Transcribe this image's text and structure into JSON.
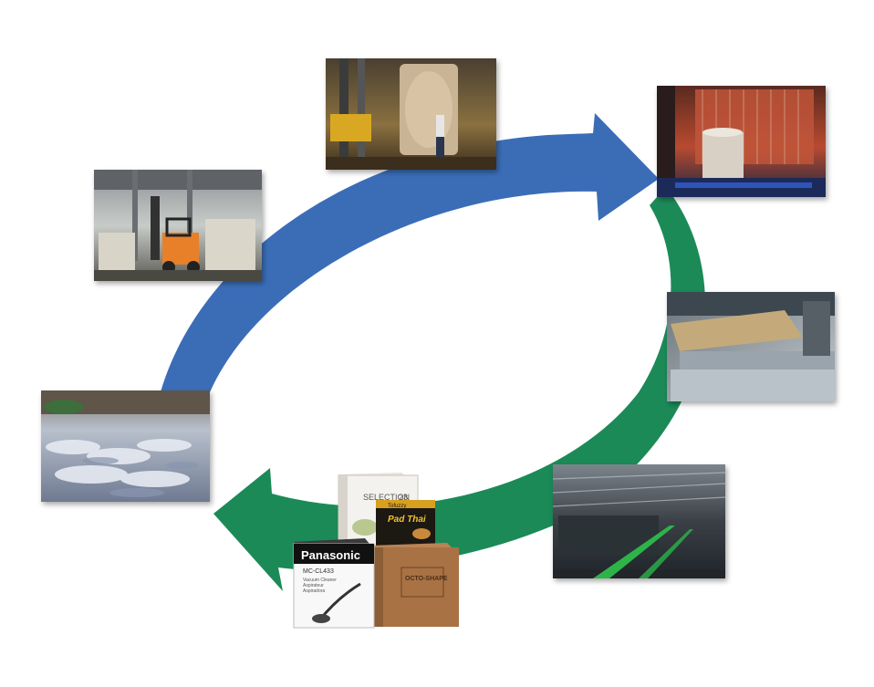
{
  "colors": {
    "blue_arrow": "#3b6db7",
    "green_arrow": "#1b8a57",
    "background": "#ffffff"
  },
  "stages": [
    {
      "name": "paper-mill-machinery-photo"
    },
    {
      "name": "paper-roll-warehouse-photo"
    },
    {
      "name": "corrugator-sheet-machine-photo"
    },
    {
      "name": "box-factory-floor-photo"
    },
    {
      "name": "finished-boxes-photo"
    },
    {
      "name": "shredded-waste-paper-photo"
    },
    {
      "name": "forklift-bales-photo"
    }
  ],
  "products": {
    "panasonic_brand": "Panasonic",
    "panasonic_model": "MC-CL433",
    "panasonic_desc_1": "Vacuum Cleaner",
    "panasonic_desc_2": "Aspirateur",
    "panasonic_desc_3": "Aspiradora",
    "selection_brand": "SELECTION",
    "selection_num": "23",
    "pad_thai_top": "Tofuzzy",
    "pad_thai": "Pad Thai",
    "octo_shape": "OCTO-SHAPE"
  }
}
